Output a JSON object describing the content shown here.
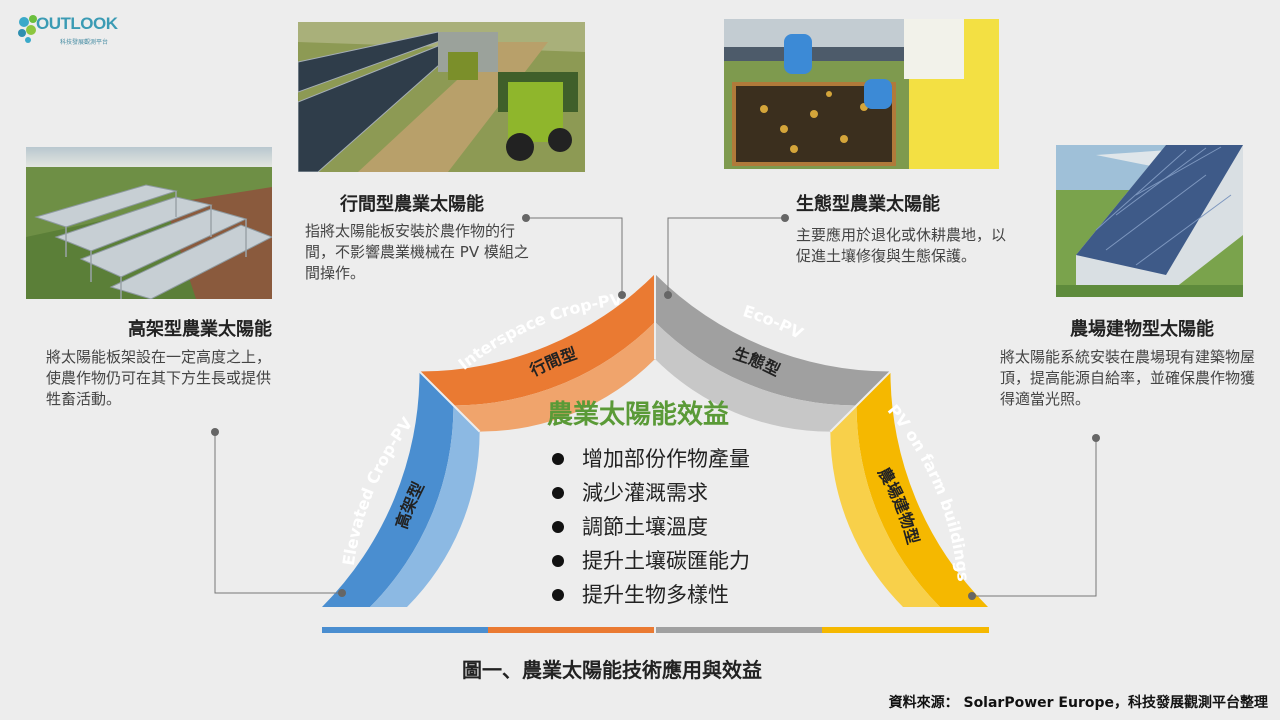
{
  "logo": {
    "word": "OUTLOOK",
    "sub": "科技發展觀測平台"
  },
  "center": {
    "title": "農業太陽能效益",
    "benefits": [
      "增加部份作物產量",
      "減少灌溉需求",
      "調節土壤溫度",
      "提升土壤碳匯能力",
      "提升生物多樣性"
    ]
  },
  "arc_segments": [
    {
      "en": "Elevated Crop-PV",
      "zh": "高架型",
      "color": "#4a8ed0",
      "inner_color": "#8cb9e3"
    },
    {
      "en": "Interspace Crop-PV",
      "zh": "行間型",
      "color": "#ea7a32",
      "inner_color": "#f0a46c"
    },
    {
      "en": "Eco-PV",
      "zh": "生態型",
      "color": "#a0a0a0",
      "inner_color": "#c7c7c7"
    },
    {
      "en": "PV on farm buildings",
      "zh": "農場建物型",
      "color": "#f5b800",
      "inner_color": "#f8d04a"
    }
  ],
  "types": {
    "elevated": {
      "title": "高架型農業太陽能",
      "desc": "將太陽能板架設在一定高度之上，使農作物仍可在其下方生長或提供牲畜活動。"
    },
    "interspace": {
      "title": "行間型農業太陽能",
      "desc": "指將太陽能板安裝於農作物的行間，不影響農業機械在 PV 模組之間操作。"
    },
    "eco": {
      "title": "生態型農業太陽能",
      "desc": "主要應用於退化或休耕農地，以促進土壤修復與生態保護。"
    },
    "farm_buildings": {
      "title": "農場建物型太陽能",
      "desc": "將太陽能系統安裝在農場現有建築物屋頂，提高能源自給率，並確保農作物獲得適當光照。"
    }
  },
  "caption": "圖一、農業太陽能技術應用與效益",
  "source": "資料來源： SolarPower  Europe，科技發展觀測平台整理",
  "colors": {
    "accent_green": "#5a9a37",
    "background": "#ededed"
  }
}
